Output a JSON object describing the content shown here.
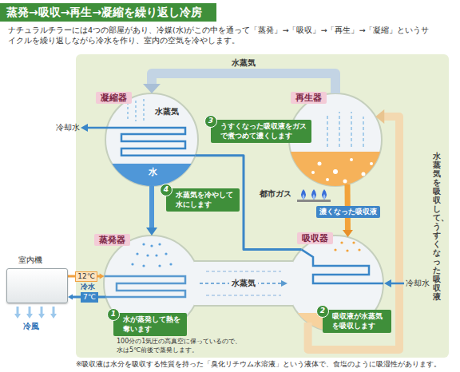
{
  "diagram": {
    "title": "蒸発→吸収→再生→凝縮を繰り返し冷房",
    "caption": "※吸収液は水分を吸収する性質を持った「臭化リチウム水溶液」という液体で、食塩のように吸湿性があります。",
    "nodes": [
      {
        "text": [
          "凝縮器",
          "水蒸気",
          "水"
        ]
      },
      {
        "text": [
          "再生器"
        ]
      },
      {
        "text": [
          "3",
          "うすくなった吸収液をガスで煮つめて濃くします"
        ]
      },
      {
        "text": [
          "4",
          "水蒸気を冷やして水にします"
        ]
      },
      {
        "text": [
          "室内機"
        ]
      },
      {
        "text": [
          "蒸発器"
        ]
      },
      {
        "text": [
          "吸収器"
        ]
      },
      {
        "text": [
          "1",
          "水が蒸発して熱を奪います"
        ]
      },
      {
        "text": [
          "2",
          "吸収液が水蒸気を吸収します"
        ]
      }
    ],
    "edges": [
      {
        "from": 1,
        "to": 0,
        "label": "水蒸気",
        "arrow": "to"
      },
      {
        "from": 0,
        "to": 5,
        "arrow": "to"
      },
      {
        "from": 5,
        "to": 6,
        "label": "水蒸気",
        "arrow": "to"
      },
      {
        "from": 6,
        "to": 1,
        "label": "水蒸気を吸収して、うすくなった吸収液",
        "arrow": "to"
      },
      {
        "from": 1,
        "to": 6,
        "label": "濃くなった吸収液",
        "arrow": "to"
      },
      {
        "from": 4,
        "to": 5,
        "label": "12℃",
        "arrow": "to"
      },
      {
        "from": 5,
        "to": 4,
        "label": "7℃",
        "arrow": "to"
      },
      {
        "from": 6,
        "to": 0,
        "arrow": "none"
      }
    ],
    "labels": [
      "ナチュラルチラーには4つの部屋があり、冷媒(水)がこの中を通って「蒸発」→「吸収」→「再生」→「凝縮」というサイクルを繰り返しながら冷水を作り、室内の空気を冷やします。",
      "冷却水",
      "都市ガス",
      "冷水",
      "冷風",
      "冷却水",
      "100分の1気圧の高真空に保っているので、水は5℃前後で蒸発します。"
    ]
  }
}
